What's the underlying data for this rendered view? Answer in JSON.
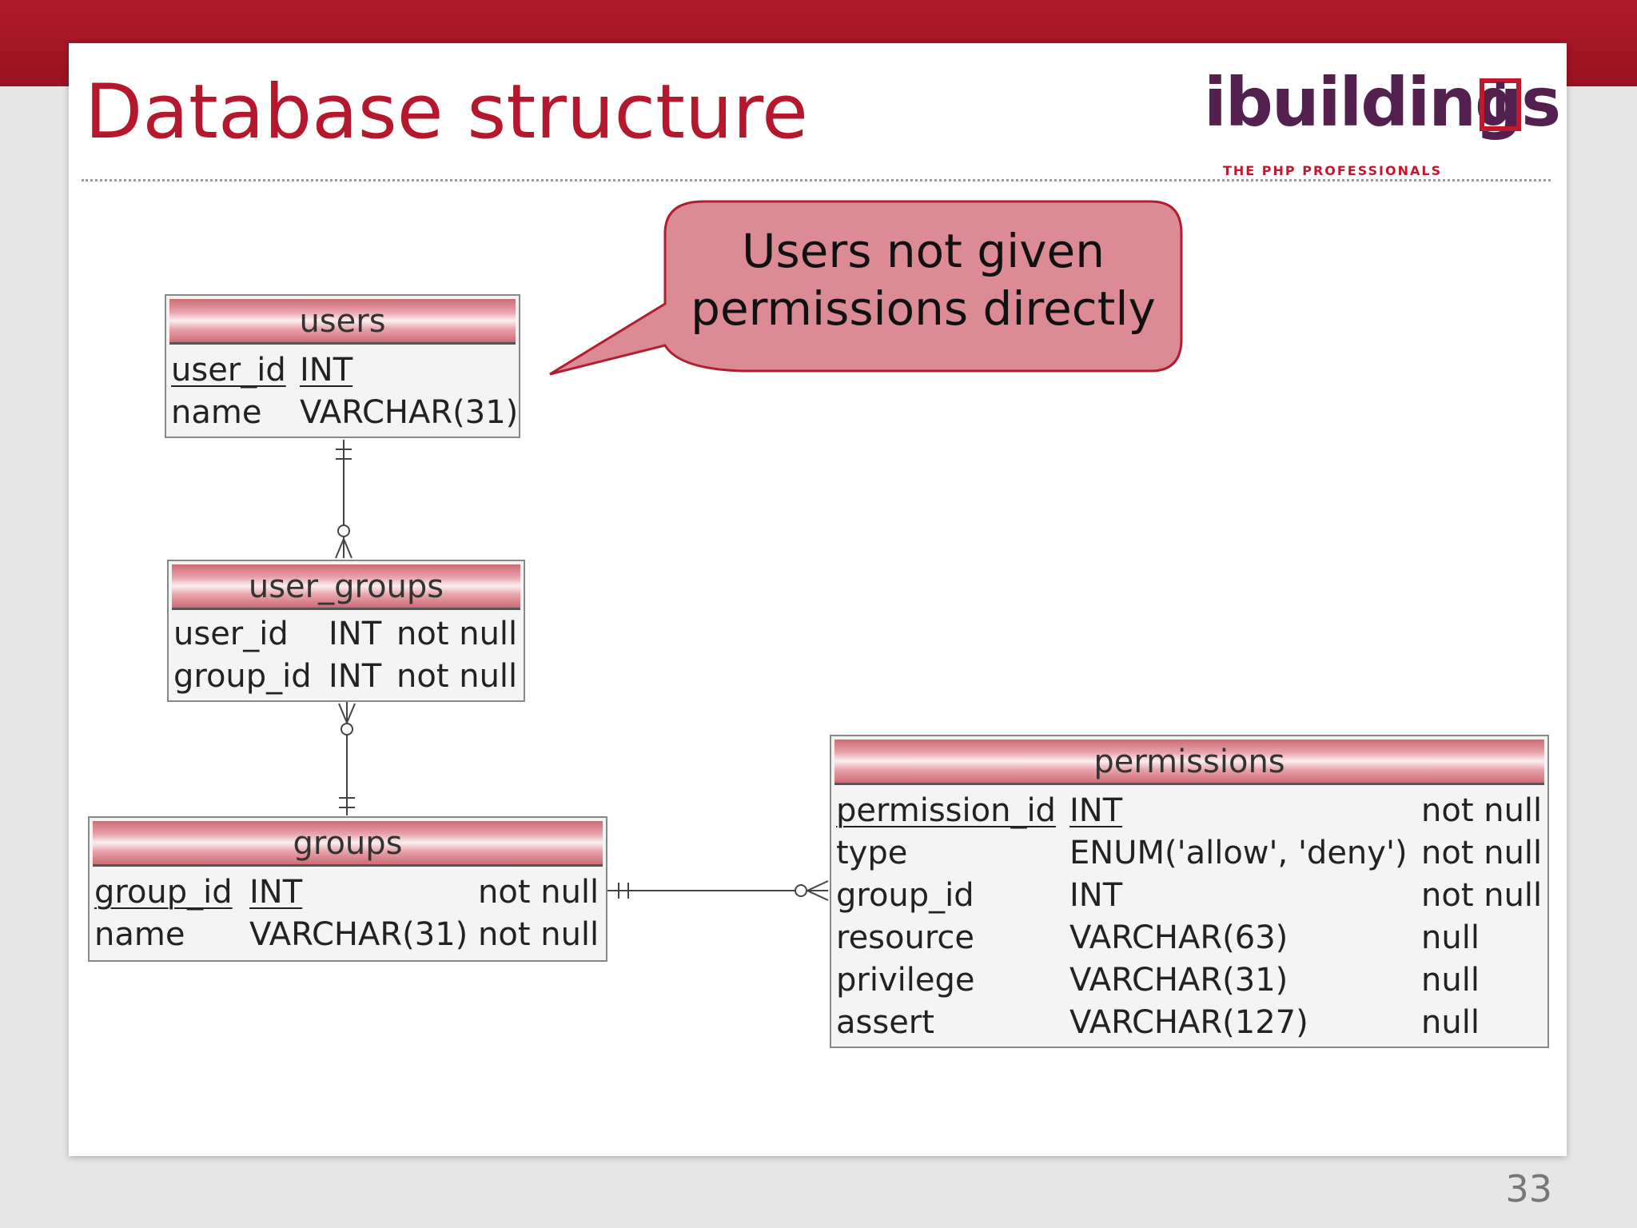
{
  "slide": {
    "title": "Database structure",
    "page_number": "33",
    "logo_text": "ibuildings",
    "logo_bracket_letter": "i",
    "logo_tagline": "THE PHP PROFESSIONALS",
    "accent_color": "#b5172d"
  },
  "callout": {
    "line1": "Users not given",
    "line2": "permissions directly"
  },
  "tables": {
    "users": {
      "name": "users",
      "rows": [
        {
          "col": "user_id",
          "type": "INT"
        },
        {
          "col": "name",
          "type": "VARCHAR(31)"
        }
      ]
    },
    "user_groups": {
      "name": "user_groups",
      "rows": [
        {
          "col": "user_id",
          "type": "INT",
          "null": "not null"
        },
        {
          "col": "group_id",
          "type": "INT",
          "null": "not null"
        }
      ]
    },
    "groups": {
      "name": "groups",
      "rows": [
        {
          "col": "group_id",
          "type": "INT",
          "null": "not null"
        },
        {
          "col": "name",
          "type": "VARCHAR(31)",
          "null": "not null"
        }
      ]
    },
    "permissions": {
      "name": "permissions",
      "rows": [
        {
          "col": "permission_id",
          "type": "INT",
          "null": "not null"
        },
        {
          "col": "type",
          "type": "ENUM('allow', 'deny')",
          "null": "not null"
        },
        {
          "col": "group_id",
          "type": "INT",
          "null": "not null"
        },
        {
          "col": "resource",
          "type": "VARCHAR(63)",
          "null": "null"
        },
        {
          "col": "privilege",
          "type": "VARCHAR(31)",
          "null": "null"
        },
        {
          "col": "assert",
          "type": "VARCHAR(127)",
          "null": "null"
        }
      ]
    }
  }
}
